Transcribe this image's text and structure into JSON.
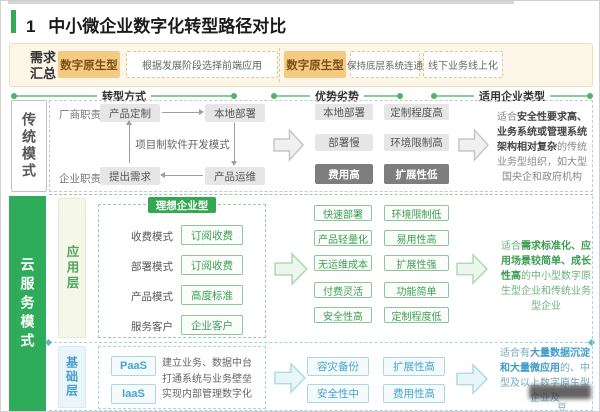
{
  "title": {
    "number": "1",
    "text": "中小微企业数字化转型路径对比"
  },
  "demand": {
    "label_line1": "需求",
    "label_line2": "汇总",
    "tag1": "数字原生型",
    "note1": "根据发展阶段选择前端应用",
    "tag2": "数字原生型",
    "note2": "保持底层系统连通",
    "note3": "线下业务线上化"
  },
  "headers": {
    "h1": "转型方式",
    "h2": "优势劣势",
    "h3": "适用企业类型"
  },
  "traditional": {
    "label": "传统模式",
    "vendor_role": "厂商职责",
    "enterprise_role": "企业职责",
    "center_note": "项目制软件开发模式",
    "box_customize": "产品定制",
    "box_local_deploy": "本地部署",
    "box_raise_demand": "提出需求",
    "box_product_ops": "产品运维",
    "pros": {
      "r1c1": "本地部署",
      "r1c2": "定制程度高",
      "r2c1": "部署慢",
      "r2c2": "环境限制高",
      "r3c1": "费用高",
      "r3c2": "扩展性低"
    },
    "suit": {
      "prefix": "适合",
      "bold": "安全性要求高、业务系统或管理系统架构相对复杂",
      "rest": "的传统业务型组织，如大型国央企和政府机构"
    }
  },
  "cloud": {
    "label": "云服务模式",
    "app": {
      "layer_label": "应用层",
      "ideal_title": "理想企业型",
      "row1_label": "收费模式",
      "row1_value": "订阅收费",
      "row2_label": "部署模式",
      "row2_value": "订阅收费",
      "row3_label": "产品模式",
      "row3_value": "高度标准",
      "row4_label": "服务客户",
      "row4_value": "企业客户",
      "pros": {
        "r1c1": "快速部署",
        "r1c2": "环境限制低",
        "r2c1": "产品轻量化",
        "r2c2": "易用性高",
        "r3c1": "无运维成本",
        "r3c2": "扩展性强",
        "r4c1": "付费灵活",
        "r4c2": "功能简单",
        "r5c1": "安全性高",
        "r5c2": "定制程度低"
      },
      "suit": {
        "prefix": "适合",
        "bold": "需求标准化、应用场景较简单、成长性高",
        "rest": "的中小型数字原生型企业和传统业务型企业"
      }
    },
    "base": {
      "layer_label": "基础层",
      "paas": "PaaS",
      "iaas": "IaaS",
      "desc1": "建立业务、数据中台",
      "desc2": "打通系统与业务壁垒",
      "desc3": "实现内部管理数字化",
      "pros": {
        "r1c1": "容灾备份",
        "r1c2": "扩展性高",
        "r2c1": "安全性中",
        "r2c2": "费用性高"
      },
      "suit": {
        "prefix": "适合有",
        "bold": "大量数据沉淀和大量微应用",
        "rest": "的、中型及以上数字原生型企业及"
      },
      "watermark": "豆"
    }
  },
  "colors": {
    "accent_green": "#34A853",
    "accent_orange": "#F5CB84",
    "accent_blue": "#45A5CB",
    "dark_gray_box": "#7E7E7E"
  }
}
